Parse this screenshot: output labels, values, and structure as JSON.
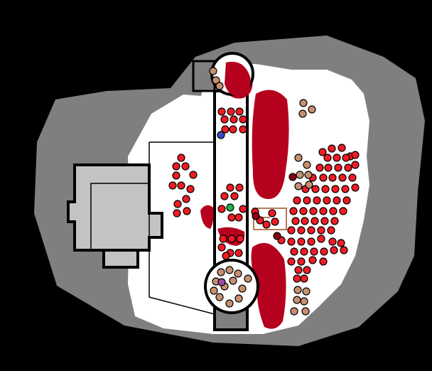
{
  "map": {
    "colors": {
      "background": "#000000",
      "terrain": "#7f7f7f",
      "clearing": "#ffffff",
      "building_fill": "#c3c3c3",
      "outline": "#000000",
      "blood": "#b5001e",
      "red_marker": "#ee1c24",
      "dark_red_marker": "#880015",
      "tan_marker": "#c69070",
      "green_marker": "#22b14c",
      "blue_marker": "#3f48cc",
      "purple_marker": "#a349a4"
    },
    "marker_groups": [
      {
        "name": "red-markers",
        "color_key": "red_marker"
      },
      {
        "name": "tan-markers",
        "color_key": "tan_marker"
      },
      {
        "name": "dark-red-markers",
        "color_key": "dark_red_marker"
      },
      {
        "name": "green-markers",
        "color_key": "green_marker"
      },
      {
        "name": "blue-markers",
        "color_key": "blue_marker"
      },
      {
        "name": "purple-markers",
        "color_key": "purple_marker"
      }
    ]
  }
}
